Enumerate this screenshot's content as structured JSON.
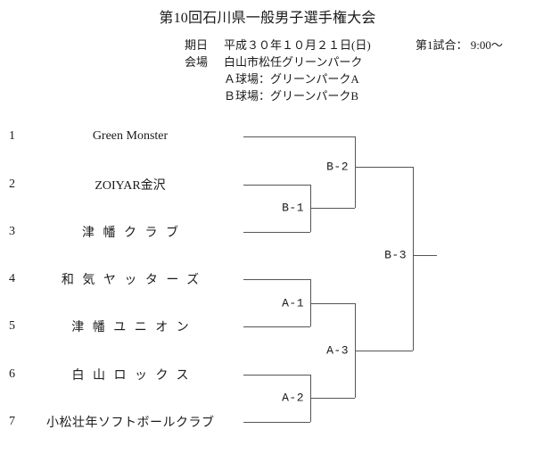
{
  "title": "第10回石川県一般男子選手権大会",
  "header": {
    "rows": [
      {
        "label": "期日",
        "value": "平成３０年１０月２１日(日)"
      },
      {
        "label": "会場",
        "value": "白山市松任グリーンパーク"
      },
      {
        "label": "",
        "value": "Ａ球場：グリーンパークA"
      },
      {
        "label": "",
        "value": "Ｂ球場：グリーンパークB"
      }
    ],
    "first_game": "第1試合： 9:00〜"
  },
  "bracket": {
    "seeds": [
      {
        "num": "1",
        "name": "Green Monster",
        "style": "latin"
      },
      {
        "num": "2",
        "name": "ZOIYAR金沢",
        "style": "latin"
      },
      {
        "num": "3",
        "name": "津幡クラブ",
        "style": "spaced"
      },
      {
        "num": "4",
        "name": "和気ヤッターズ",
        "style": "spaced"
      },
      {
        "num": "5",
        "name": "津幡ユニオン",
        "style": "spaced"
      },
      {
        "num": "6",
        "name": "白山ロックス",
        "style": "spaced"
      },
      {
        "num": "7",
        "name": "小松壮年ソフトボールクラブ",
        "style": "spaced-tight"
      }
    ],
    "matches": [
      {
        "id": "B-1"
      },
      {
        "id": "B-2"
      },
      {
        "id": "B-3"
      },
      {
        "id": "A-1"
      },
      {
        "id": "A-2"
      },
      {
        "id": "A-3"
      }
    ]
  },
  "colors": {
    "line": "#555555",
    "text": "#1a1a1a",
    "background": "#ffffff"
  }
}
